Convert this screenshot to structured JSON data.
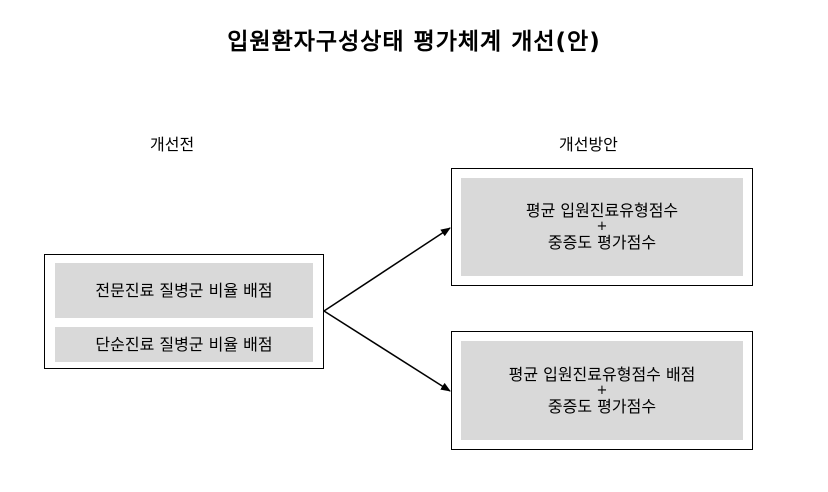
{
  "title": "입원환자구성상태 평가체계 개선(안)",
  "before": {
    "label": "개선전",
    "items": [
      "전문진료 질병군 비율 배점",
      "단순진료 질병군 비율 배점"
    ]
  },
  "after": {
    "label": "개선방안",
    "option1": {
      "line1": "평균 입원진료유형점수",
      "plus": "+",
      "line2": "중증도 평가점수"
    },
    "option2": {
      "line1": "평균 입원진료유형점수 배점",
      "plus": "+",
      "line2": "중증도 평가점수"
    }
  }
}
